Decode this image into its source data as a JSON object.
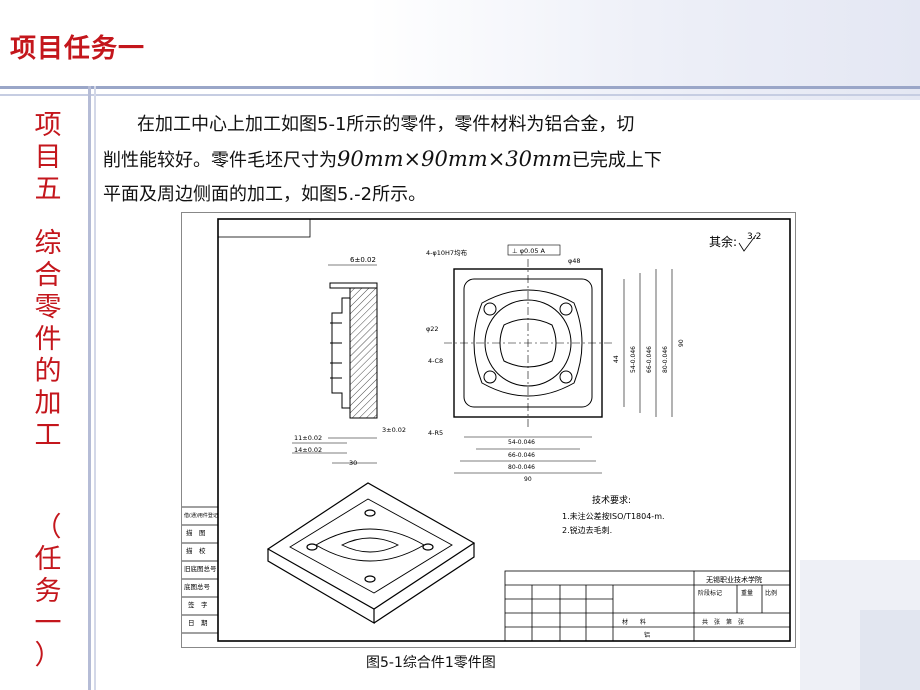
{
  "header": {
    "title": "项目任务一"
  },
  "sidebar": {
    "chars": [
      "项",
      "目",
      "五",
      "",
      "综",
      "合",
      "零",
      "件",
      "的",
      "加",
      "工",
      "",
      "（",
      "任",
      "务",
      "一",
      "）"
    ]
  },
  "content": {
    "line1": "在加工中心上加工如图5-1所示的零件，零件材料为铝合金，切",
    "line2_pre": "削性能较好。零件毛坯尺寸为",
    "line2_math": "90mm×90mm×30mm",
    "line2_post": "已完成上下",
    "line3": "平面及周边侧面的加工，如图5.-2所示。"
  },
  "figure": {
    "caption": "图5-1综合件1零件图",
    "roughness_label": "其余:",
    "roughness_value": "3.2",
    "dims": {
      "d_top_left": "6±0.02",
      "d_11": "11±0.02",
      "d_14": "14±0.02",
      "d_3": "3±0.02",
      "d_30": "30",
      "holes": "4-φ10H7均布",
      "c8": "4-C8",
      "r5": "4-R5",
      "phi48": "φ48",
      "phi22": "φ22",
      "d54h": "54-0.046",
      "d66h": "66-0.046",
      "d80h": "80-0.046",
      "d90h": "90",
      "d54v": "54-0.046",
      "d66v": "66-0.046",
      "d80v": "80-0.046",
      "d90v": "90",
      "d44": "44",
      "tol_frame": "⊥ φ0.05 A"
    },
    "tech": {
      "title": "技术要求:",
      "item1": "1.未注公差按ISO/T1804-m.",
      "item2": "2.锐边去毛刺."
    },
    "title_block": {
      "school": "无锡职业技术学院",
      "cols": [
        "阶段标记",
        "重量",
        "比例"
      ],
      "material": "材　　料",
      "material_value": "铝",
      "sheet": "共　张　第　张"
    },
    "left_strip": [
      "借(通)用件登记",
      "描　图",
      "描　校",
      "旧底图总号",
      "底图总号",
      "签　字",
      "日　期"
    ]
  }
}
